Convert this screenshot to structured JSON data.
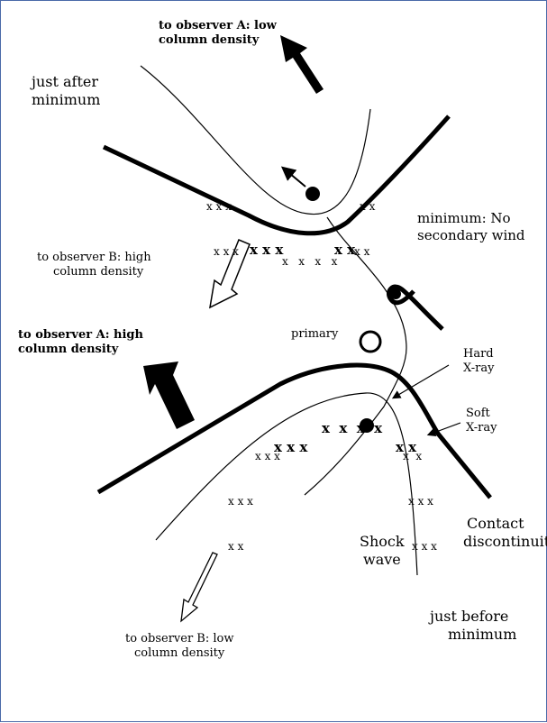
{
  "labels": {
    "obs_a_low_1": "to observer A: low",
    "obs_a_low_2": "column density",
    "just_after_1": "just after",
    "just_after_2": "minimum",
    "minimum_1": "minimum: No",
    "minimum_2": "secondary  wind",
    "obs_b_high_1": "to observer B: high",
    "obs_b_high_2": "column density",
    "obs_a_high_1": "to observer A: high",
    "obs_a_high_2": "column density",
    "primary": "primary",
    "hard_1": "Hard",
    "hard_2": "X-ray",
    "soft_1": "Soft",
    "soft_2": "X-ray",
    "contact_1": "Contact",
    "contact_2": "discontinuity",
    "shock_1": "Shock",
    "shock_2": "wave",
    "just_before_1": "just before",
    "just_before_2": "minimum",
    "obs_b_low_1": "to observer B: low",
    "obs_b_low_2": "column density"
  },
  "x_marks": {
    "upper_left": [
      "x x x",
      "x x x"
    ],
    "upper_bold_left": "x x x",
    "upper_right": [
      "x x",
      "x x"
    ],
    "upper_bold_right": "x x",
    "upper_bottom": "x   x   x   x",
    "lower_bold_top": "x  x  x  x",
    "lower_bold_left": "x x x",
    "lower_left": [
      "x x x",
      "x x x",
      "x x"
    ],
    "lower_bold_right": "x x",
    "lower_right": [
      "x  x",
      "x x x",
      "x x x"
    ]
  },
  "colors": {
    "ink": "#000000",
    "frame": "#4a6aa8",
    "background": "#ffffff"
  }
}
